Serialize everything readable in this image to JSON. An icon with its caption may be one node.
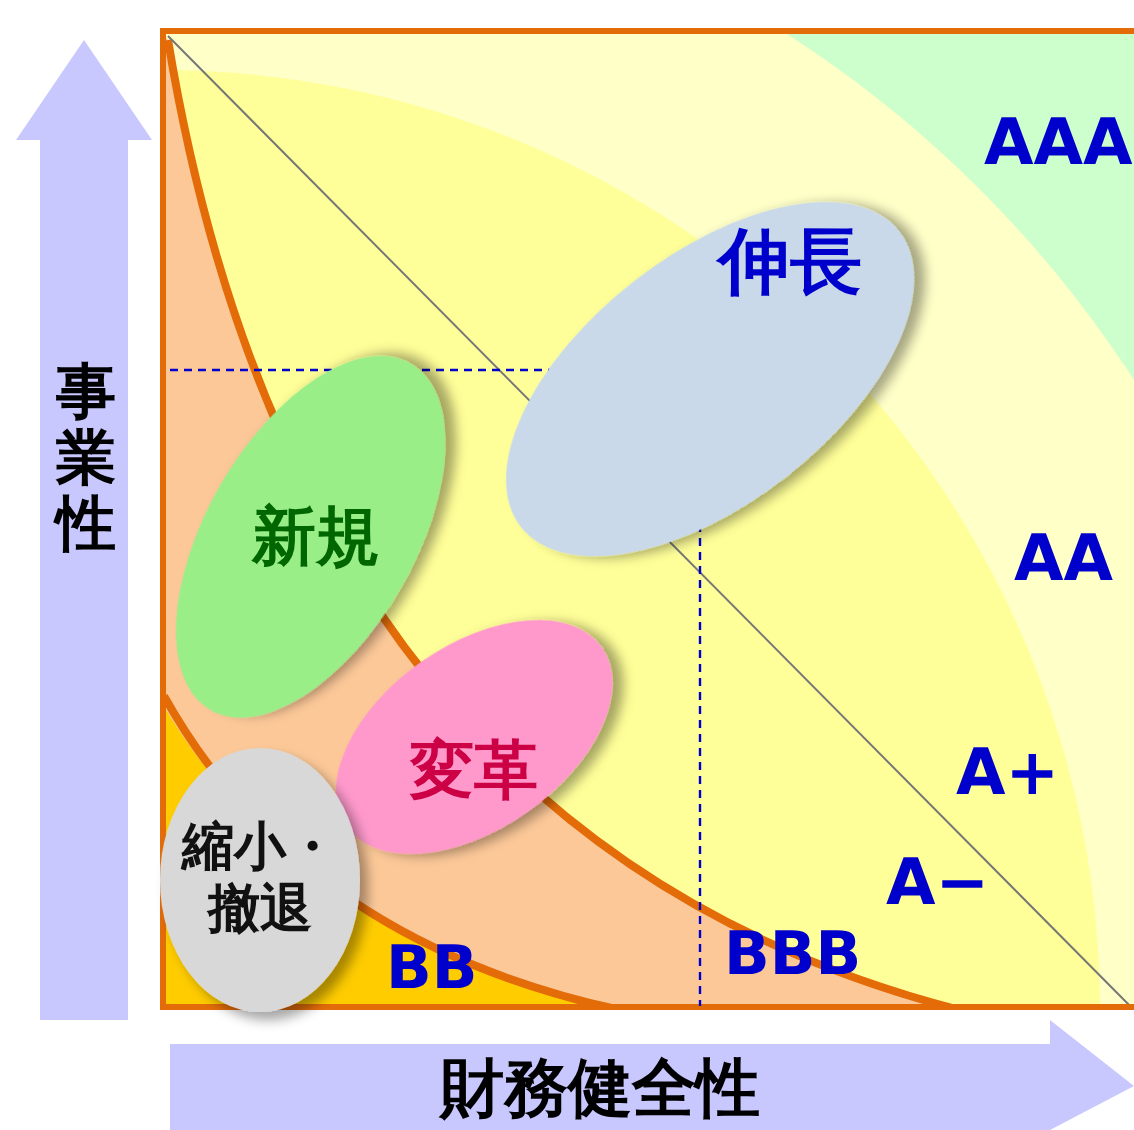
{
  "diagram": {
    "nodes": [
      {
        "text": [
          "伸長"
        ]
      },
      {
        "text": [
          "新規"
        ]
      },
      {
        "text": [
          "変革"
        ]
      },
      {
        "text": [
          "縮小・撤退"
        ]
      }
    ],
    "edges": [],
    "labels": [
      "AAA",
      "AA",
      "A+",
      "A−",
      "BBB",
      "BB",
      "事業性",
      "財務健全性"
    ]
  }
}
